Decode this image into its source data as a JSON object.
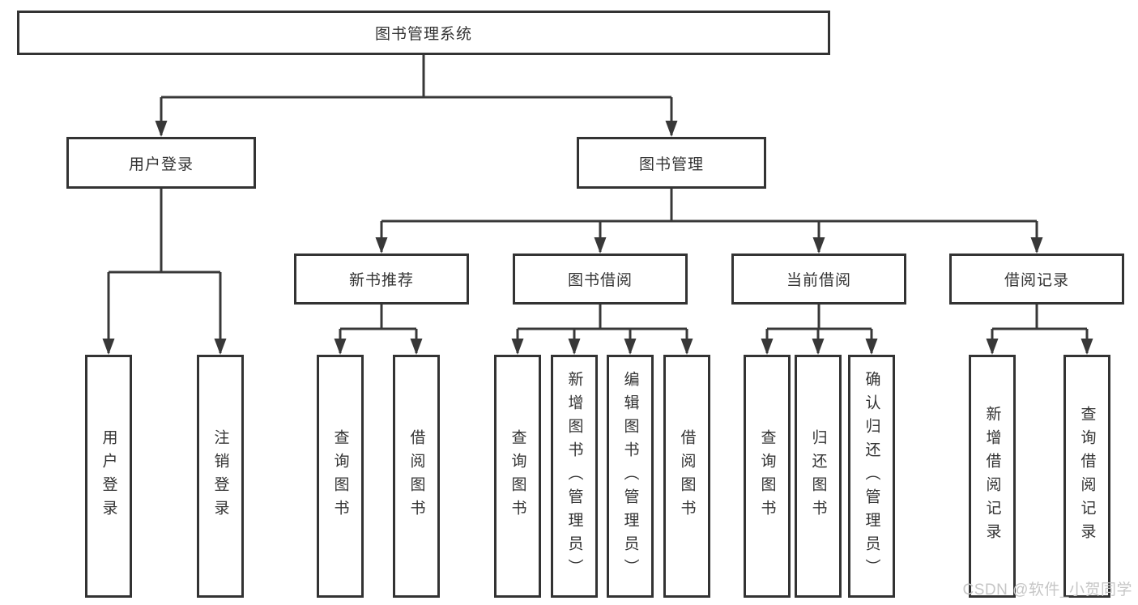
{
  "diagram": {
    "root": {
      "label": "图书管理系统"
    },
    "branches": [
      {
        "label": "用户登录"
      },
      {
        "label": "图书管理"
      }
    ],
    "modules": [
      {
        "label": "新书推荐",
        "parent": "图书管理"
      },
      {
        "label": "图书借阅",
        "parent": "图书管理"
      },
      {
        "label": "当前借阅",
        "parent": "图书管理"
      },
      {
        "label": "借阅记录",
        "parent": "图书管理"
      }
    ],
    "functions": [
      {
        "label": "用户登录",
        "parent": "用户登录"
      },
      {
        "label": "注销登录",
        "parent": "用户登录"
      },
      {
        "label": "查询图书",
        "parent": "新书推荐"
      },
      {
        "label": "借阅图书",
        "parent": "新书推荐"
      },
      {
        "label": "查询图书",
        "parent": "图书借阅"
      },
      {
        "label": "新增图书（管理员）",
        "parent": "图书借阅"
      },
      {
        "label": "编辑图书（管理员）",
        "parent": "图书借阅"
      },
      {
        "label": "借阅图书",
        "parent": "图书借阅"
      },
      {
        "label": "查询图书",
        "parent": "当前借阅"
      },
      {
        "label": "归还图书",
        "parent": "当前借阅"
      },
      {
        "label": "确认归还（管理员）",
        "parent": "当前借阅"
      },
      {
        "label": "新增借阅记录",
        "parent": "借阅记录"
      },
      {
        "label": "查询借阅记录",
        "parent": "借阅记录"
      }
    ]
  },
  "watermark": {
    "text": "CSDN @软件_小贺同学"
  },
  "colors": {
    "line": "#383838",
    "border": "#333333",
    "text": "#333333",
    "watermark": "#c6c6c6",
    "background": "#ffffff"
  }
}
